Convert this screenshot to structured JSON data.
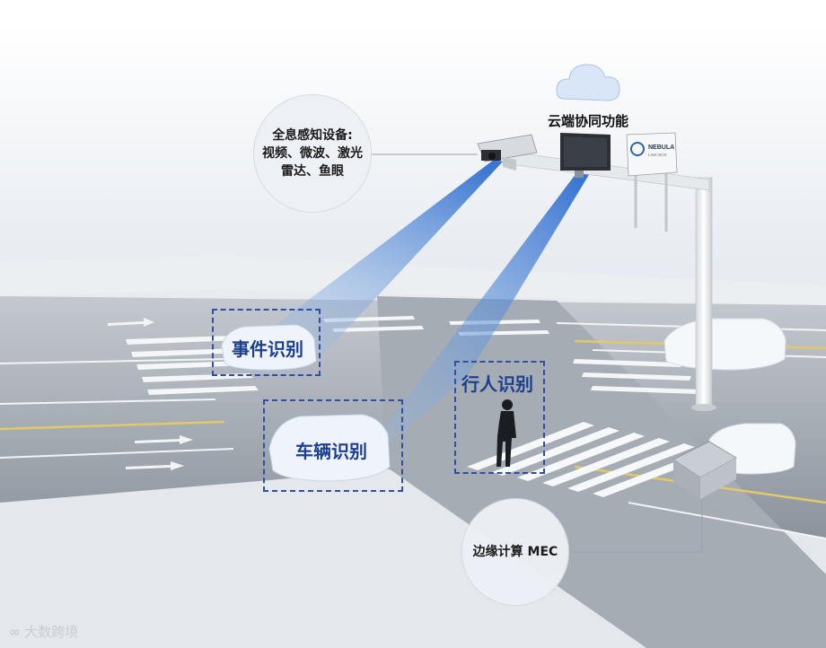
{
  "devices_label": "全息感知设备:\n视频、微波、激光\n雷达、鱼眼",
  "cloud_label": "云端协同功能",
  "device_brand": "NEBULA",
  "device_brand_sub": "LINK BOX",
  "event_label": "事件识别",
  "vehicle_label": "车辆识别",
  "pedestrian_label": "行人识别",
  "mec_label": "边缘计算 MEC",
  "watermark": "大数跨境",
  "colors": {
    "beam": "#3a78c8",
    "dash": "#2f4ea6",
    "label": "#1d3f8f",
    "road": "#9aa1aa"
  }
}
